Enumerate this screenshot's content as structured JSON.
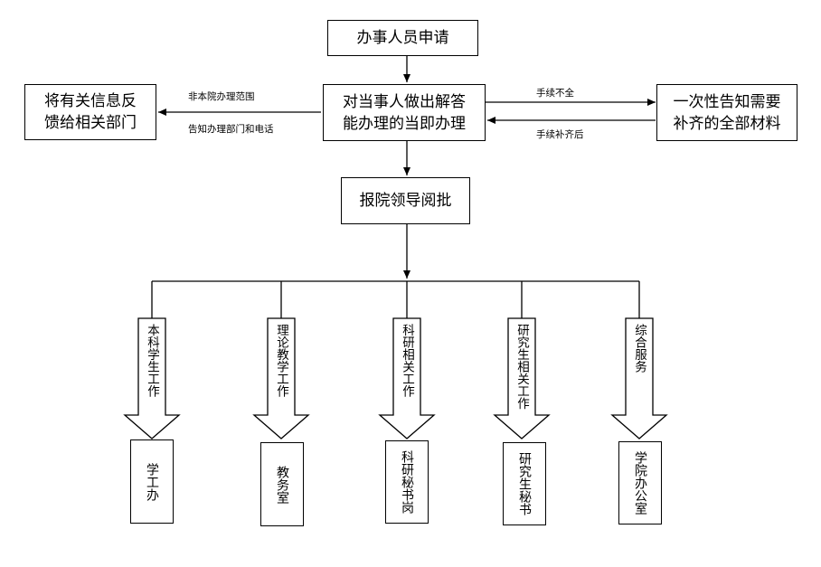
{
  "nodes": {
    "apply": "办事人员申请",
    "answer_line1": "对当事人做出解答",
    "answer_line2": "能办理的当即办理",
    "feedback_line1": "将有关信息反",
    "feedback_line2": "馈给相关部门",
    "notify_line1": "一次性告知需要",
    "notify_line2": "补齐的全部材料",
    "approve": "报院领导阅批"
  },
  "edge_labels": {
    "out_of_scope": "非本院办理范围",
    "tell_dept_phone": "告知办理部门和电话",
    "incomplete": "手续不全",
    "after_complete": "手续补齐后"
  },
  "branches": [
    {
      "arrow_label": "本科学生工作",
      "office": "学工办"
    },
    {
      "arrow_label": "理论教学工作",
      "office": "教务室"
    },
    {
      "arrow_label": "科研相关工作",
      "office": "科研秘书岗"
    },
    {
      "arrow_label": "研究生相关工作",
      "office": "研究生秘书"
    },
    {
      "arrow_label": "综合服务",
      "office": "学院办公室"
    }
  ],
  "colors": {
    "line": "#000000",
    "background": "#ffffff"
  }
}
